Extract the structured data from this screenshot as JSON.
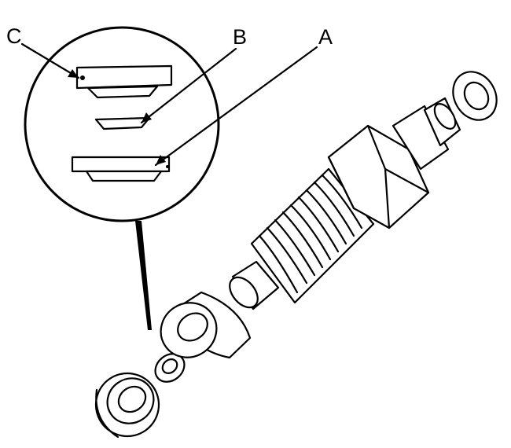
{
  "diagram": {
    "callouts": [
      {
        "id": "A",
        "label": "A"
      },
      {
        "id": "B",
        "label": "B"
      },
      {
        "id": "C",
        "label": "C"
      }
    ]
  }
}
